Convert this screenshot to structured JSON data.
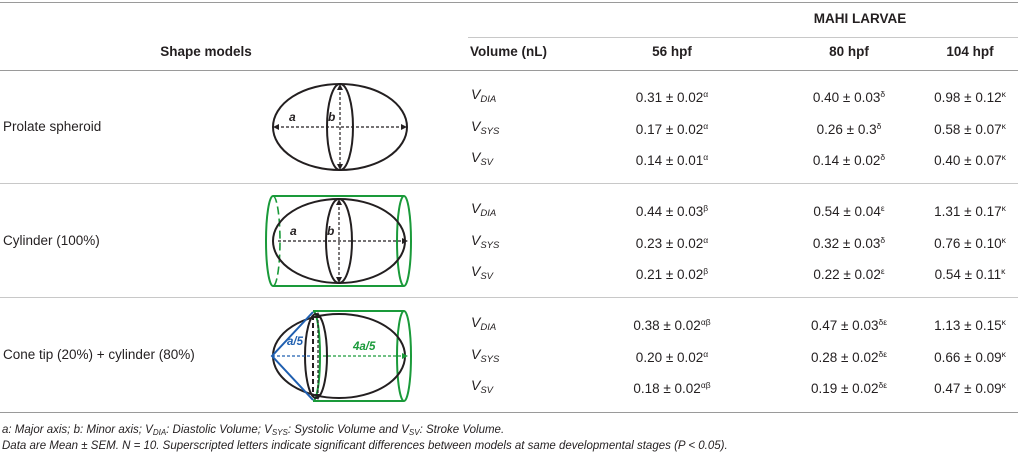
{
  "header": {
    "group_title": "MAHI LARVAE",
    "shape_models_label": "Shape models",
    "volume_label": "Volume (nL)",
    "stages": [
      "56 hpf",
      "80 hpf",
      "104 hpf"
    ]
  },
  "sections": [
    {
      "model": "Prolate spheroid",
      "labels": {
        "major": "a",
        "minor": "b"
      },
      "rows": [
        {
          "var": "V",
          "sub": "DIA",
          "vals": [
            [
              "0.31 ± 0.02",
              "α"
            ],
            [
              "0.40 ± 0.03",
              "δ"
            ],
            [
              "0.98 ± 0.12",
              "κ"
            ]
          ]
        },
        {
          "var": "V",
          "sub": "SYS",
          "vals": [
            [
              "0.17 ± 0.02",
              "α"
            ],
            [
              "0.26 ± 0.3",
              "δ"
            ],
            [
              "0.58 ± 0.07",
              "κ"
            ]
          ]
        },
        {
          "var": "V",
          "sub": "SV",
          "vals": [
            [
              "0.14 ± 0.01",
              "α"
            ],
            [
              "0.14 ± 0.02",
              "δ"
            ],
            [
              "0.40 ± 0.07",
              "κ"
            ]
          ]
        }
      ]
    },
    {
      "model": "Cylinder (100%)",
      "labels": {
        "major": "a",
        "minor": "b"
      },
      "rows": [
        {
          "var": "V",
          "sub": "DIA",
          "vals": [
            [
              "0.44 ± 0.03",
              "β"
            ],
            [
              "0.54 ± 0.04",
              "ε"
            ],
            [
              "1.31 ± 0.17",
              "κ"
            ]
          ]
        },
        {
          "var": "V",
          "sub": "SYS",
          "vals": [
            [
              "0.23 ± 0.02",
              "α"
            ],
            [
              "0.32 ± 0.03",
              "δ"
            ],
            [
              "0.76 ± 0.10",
              "κ"
            ]
          ]
        },
        {
          "var": "V",
          "sub": "SV",
          "vals": [
            [
              "0.21 ± 0.02",
              "β"
            ],
            [
              "0.22 ± 0.02",
              "ε"
            ],
            [
              "0.54 ± 0.11",
              "κ"
            ]
          ]
        }
      ]
    },
    {
      "model": "Cone tip (20%) + cylinder (80%)",
      "labels": {
        "cone": "a/5",
        "cyl": "4a/5"
      },
      "rows": [
        {
          "var": "V",
          "sub": "DIA",
          "vals": [
            [
              "0.38 ± 0.02",
              "αβ"
            ],
            [
              "0.47 ± 0.03",
              "δε"
            ],
            [
              "1.13 ± 0.15",
              "κ"
            ]
          ]
        },
        {
          "var": "V",
          "sub": "SYS",
          "vals": [
            [
              "0.20 ± 0.02",
              "α"
            ],
            [
              "0.28 ± 0.02",
              "δε"
            ],
            [
              "0.66 ± 0.09",
              "κ"
            ]
          ]
        },
        {
          "var": "V",
          "sub": "SV",
          "vals": [
            [
              "0.18 ± 0.02",
              "αβ"
            ],
            [
              "0.19 ± 0.02",
              "δε"
            ],
            [
              "0.47 ± 0.09",
              "κ"
            ]
          ]
        }
      ]
    }
  ],
  "footnotes": {
    "line1": {
      "p1": "a: Major axis; b: Minor axis; V",
      "s1": "DIA",
      "p2": ": Diastolic Volume; V",
      "s2": "SYS",
      "p3": ": Systolic Volume and V",
      "s3": "SV",
      "p4": ": Stroke Volume."
    },
    "line2": "Data are Mean ± SEM. N = 10. Superscripted letters indicate significant differences between models at same developmental stages (P < 0.05)."
  },
  "colors": {
    "green": "#1a9a3a",
    "blue": "#1f5fb0",
    "rule": "#9a9a9a",
    "text": "#231f20"
  }
}
